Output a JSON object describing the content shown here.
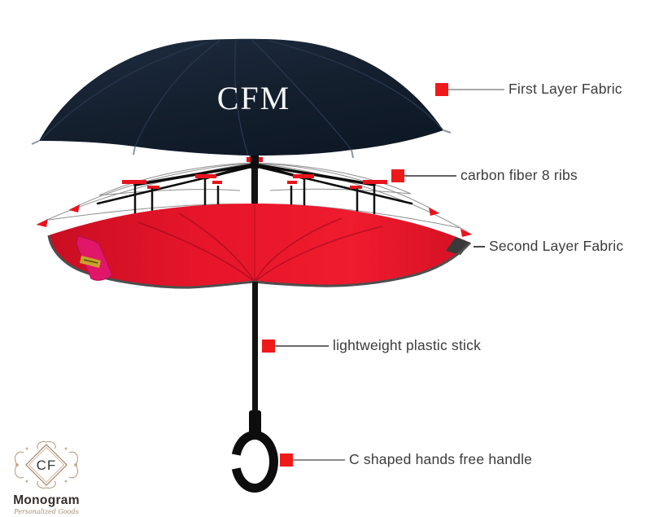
{
  "colors": {
    "marker_red": "#ee1a1a",
    "first_layer_canopy": "#16222f",
    "second_layer_canopy": "#e6152a",
    "frame_black": "#111111",
    "label_text": "#3b3b3b",
    "logo_accent": "#b2947a"
  },
  "canopy": {
    "monogram": "CFM"
  },
  "callouts": {
    "first_layer": "First Layer Fabric",
    "ribs": "carbon fiber 8 ribs",
    "second_layer": "Second Layer Fabric",
    "stick": "lightweight plastic stick",
    "handle": "C shaped hands free handle"
  },
  "logo": {
    "initials": "CF",
    "name": "Monogram",
    "tagline": "Personalized Goods"
  }
}
